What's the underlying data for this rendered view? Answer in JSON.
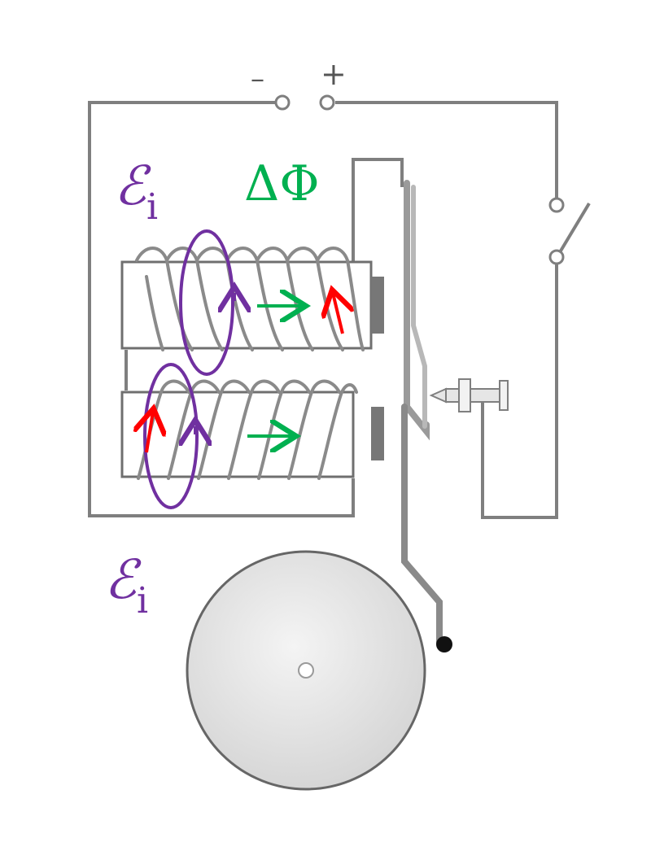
{
  "terminals": {
    "minus": "–",
    "plus": "+"
  },
  "labels": {
    "emf_top": {
      "main": "ℰ",
      "sub": "i"
    },
    "flux_change": "ΔΦ",
    "emf_bottom": {
      "main": "ℰ",
      "sub": "i"
    }
  },
  "colors": {
    "wire": "#7f7f7f",
    "coil": "#8a8a8a",
    "emf": "#7030a0",
    "flux": "#00b050",
    "current": "#ff0000",
    "bell_fill": "#e3e3e3"
  }
}
